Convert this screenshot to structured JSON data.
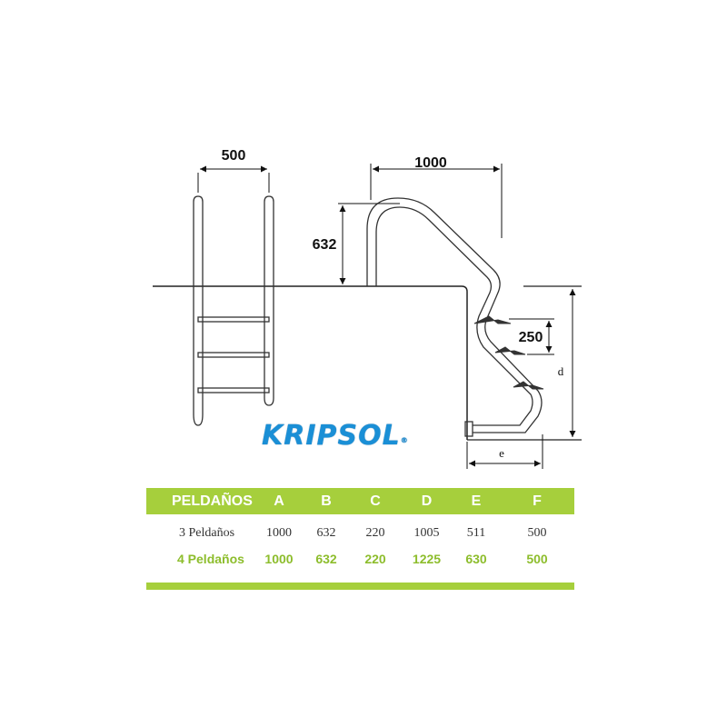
{
  "diagram": {
    "dim_ladder_width": "500",
    "dim_handrail_reach": "1000",
    "dim_handrail_height": "632",
    "dim_step_spacing": "250",
    "dim_depth": "d",
    "dim_offset": "e"
  },
  "logo": {
    "text": "KRIPSOL",
    "mark": "®"
  },
  "colors": {
    "accent": "#a6cf3c",
    "highlight_text": "#8dbd2c",
    "logo": "#1a8fd6"
  },
  "table": {
    "headers": [
      "PELDAÑOS",
      "A",
      "B",
      "C",
      "D",
      "E",
      "F"
    ],
    "rows": [
      [
        "3 Peldaños",
        "1000",
        "632",
        "220",
        "1005",
        "511",
        "500"
      ],
      [
        "4 Peldaños",
        "1000",
        "632",
        "220",
        "1225",
        "630",
        "500"
      ]
    ]
  }
}
